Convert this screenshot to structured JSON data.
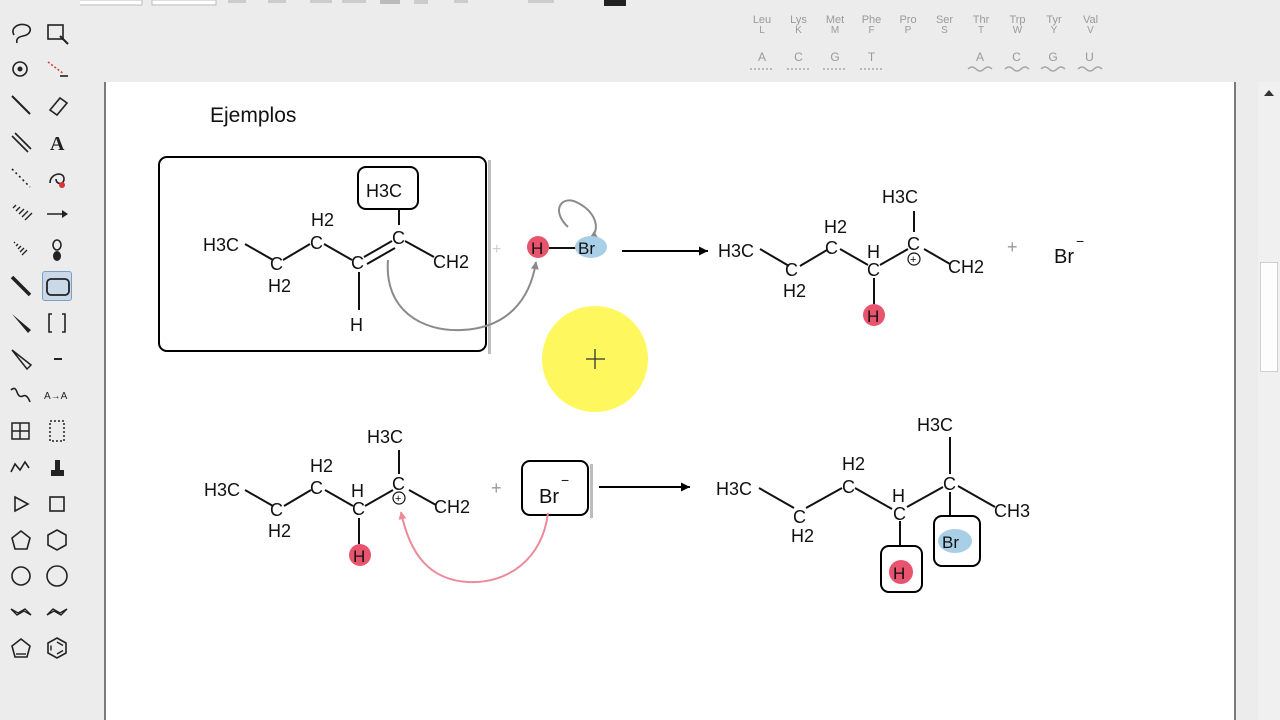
{
  "amino_acids": [
    {
      "code": "Leu",
      "letter": "L"
    },
    {
      "code": "Lys",
      "letter": "K"
    },
    {
      "code": "Met",
      "letter": "M"
    },
    {
      "code": "Phe",
      "letter": "F"
    },
    {
      "code": "Pro",
      "letter": "P"
    },
    {
      "code": "Ser",
      "letter": "S"
    },
    {
      "code": "Thr",
      "letter": "T"
    },
    {
      "code": "Trp",
      "letter": "W"
    },
    {
      "code": "Tyr",
      "letter": "Y"
    },
    {
      "code": "Val",
      "letter": "V"
    }
  ],
  "nucleotides_left": [
    "A",
    "C",
    "G",
    "T"
  ],
  "nucleotides_right": [
    "A",
    "C",
    "G",
    "U"
  ],
  "document": {
    "heading": "Ejemplos",
    "reaction1": {
      "reactant": {
        "ch3_left": "H3C",
        "ch2_label": "H2",
        "c": "C",
        "c_bottom_h2": "H2",
        "h": "H",
        "boxed_group": "H3C",
        "ch2_right": "CH2"
      },
      "reagent": {
        "h": "H",
        "br": "Br"
      },
      "plus": "+",
      "product": {
        "ch3_left": "H3C",
        "ch2_label": "H2",
        "c": "C",
        "c_bottom_h2": "H2",
        "h": "H",
        "top_group": "H3C",
        "ch2_right": "CH2",
        "h_red": "H",
        "charge": "+"
      },
      "plus2": "+",
      "bromide": {
        "br": "Br",
        "charge": "−"
      }
    },
    "reaction2": {
      "reactant": {
        "ch3_left": "H3C",
        "ch2_label": "H2",
        "c": "C",
        "c_bottom_h2": "H2",
        "h": "H",
        "top_group": "H3C",
        "ch2_right": "CH2",
        "h_red": "H",
        "charge": "+"
      },
      "plus": "+",
      "bromide": {
        "br": "Br",
        "charge": "−"
      },
      "product": {
        "ch3_left": "H3C",
        "ch2_label": "H2",
        "c": "C",
        "c_bottom_h2": "H2",
        "h": "H",
        "top_group": "H3C",
        "ch3_right": "CH3",
        "h_red": "H",
        "br": "Br"
      }
    }
  },
  "colors": {
    "highlight_h": "#e8546e",
    "highlight_br": "#a8cfe6",
    "cursor_halo": "#fff75e",
    "curved_arrow_gray": "#8a8a8a",
    "curved_arrow_red": "#ec8a9a",
    "toolbar_bg": "#ececec",
    "selected_tool_bg": "#c9d9ea"
  }
}
